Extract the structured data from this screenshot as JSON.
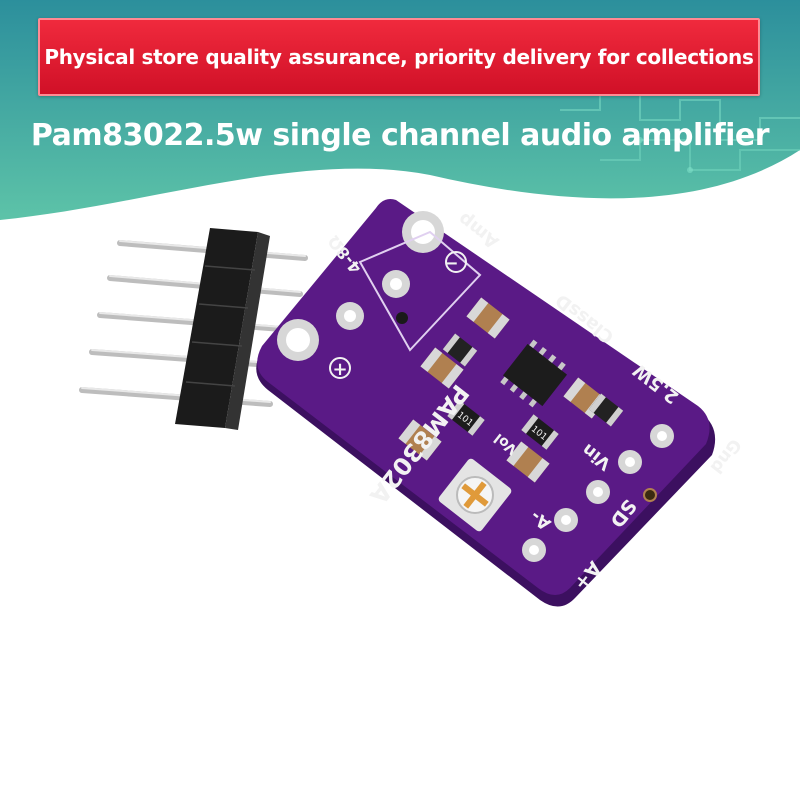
{
  "banner": {
    "promo_text": "Physical store quality assurance, priority delivery for collections",
    "color": "#e21a30"
  },
  "title": "Pam83022.5w single channel audio amplifier",
  "background": {
    "gradient_top": "#2c8f9c",
    "gradient_bottom": "#5dc3a8"
  },
  "board": {
    "color": "#5a1a86",
    "silkscreen": {
      "part": "PAM8302A",
      "impedance": "4-8Ω",
      "amp": "Amp",
      "class": "ClassD",
      "power": "2.5W",
      "vol": "Vol",
      "pins": [
        "Gnd",
        "Vin",
        "SD",
        "A-",
        "A+"
      ],
      "minus": "−",
      "plus": "+",
      "resistor": "101"
    }
  }
}
